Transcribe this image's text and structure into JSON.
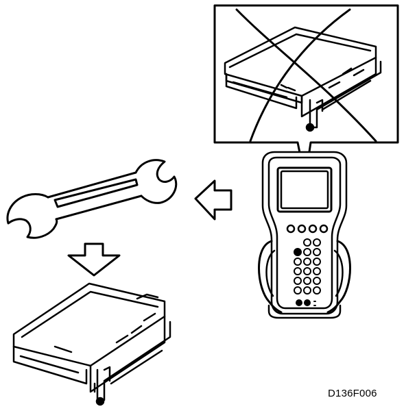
{
  "figure": {
    "code": "D136F006",
    "ink_color": "#000000",
    "paper_color": "#ffffff"
  },
  "elements": {
    "callout_content": "cartridge-with-x-mark",
    "tool": "open-end-wrench",
    "arrows": [
      "arrow-left",
      "arrow-down"
    ],
    "handheld_tool": "scan-tool",
    "result": "cartridge"
  }
}
